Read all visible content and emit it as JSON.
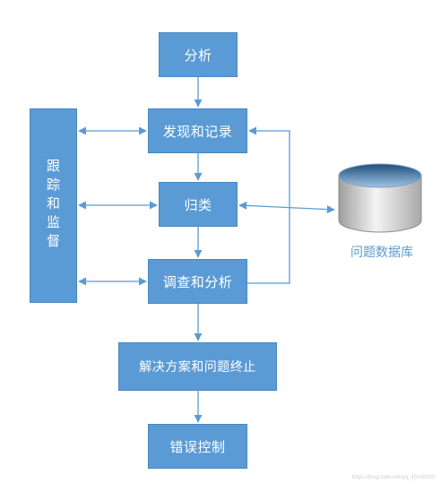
{
  "nodes": {
    "analyze": "分析",
    "discover_record": "发现和记录",
    "classify": "归类",
    "investigate_analyze": "调查和分析",
    "resolve_terminate": "解决方案和问题终止",
    "error_control": "错误控制",
    "track_monitor": "跟踪和监督"
  },
  "database": {
    "label": "问题数据库",
    "icon": "database-cylinder-icon"
  },
  "watermark": "https://blog.csdn.net/qq_45048293",
  "colors": {
    "box_fill": "#5b9bd5",
    "box_text": "#ffffff",
    "arrow": "#5b9bd5"
  }
}
